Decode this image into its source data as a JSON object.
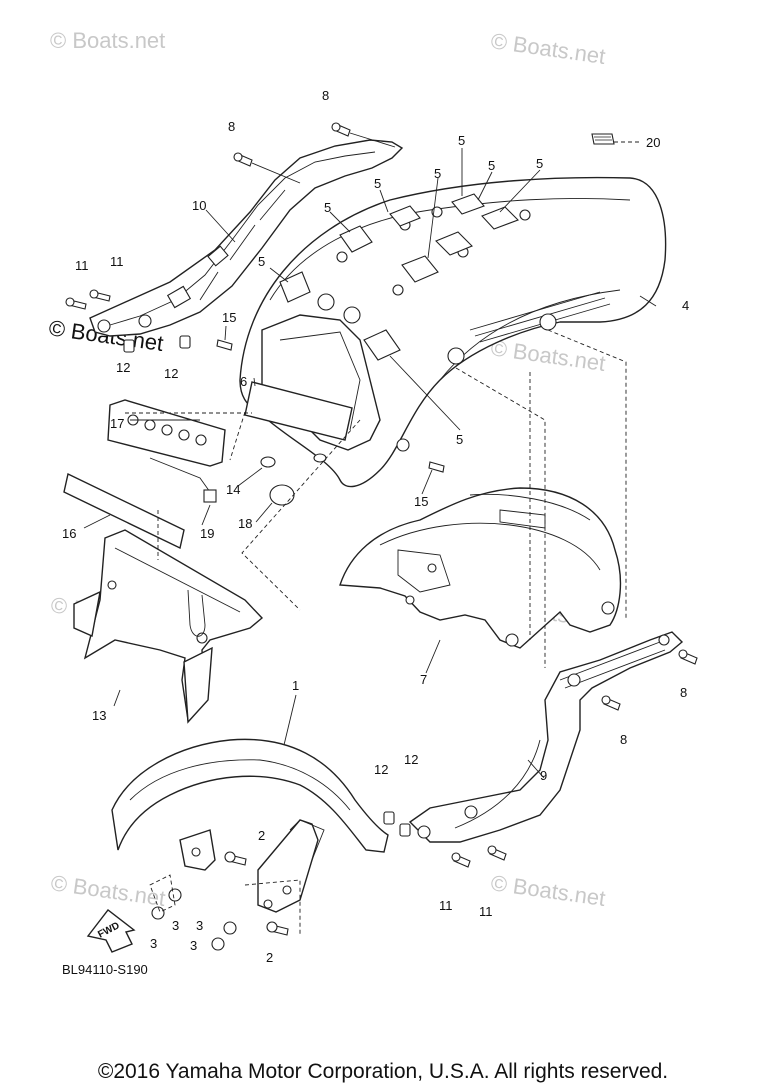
{
  "watermarks": {
    "boats": "© Boats.net",
    "boats_bold": "© Boats.net"
  },
  "diagram": {
    "code": "BL94110-S190",
    "fwd_label": "FWD",
    "callouts": {
      "c1": "1",
      "c2a": "2",
      "c2b": "2",
      "c3a": "3",
      "c3b": "3",
      "c3c": "3",
      "c3d": "3",
      "c4": "4",
      "c5a": "5",
      "c5b": "5",
      "c5c": "5",
      "c5d": "5",
      "c5e": "5",
      "c5f": "5",
      "c5g": "5",
      "c6": "6",
      "c7": "7",
      "c8a": "8",
      "c8b": "8",
      "c8c": "8",
      "c8d": "8",
      "c9": "9",
      "c10": "10",
      "c11a": "11",
      "c11b": "11",
      "c11c": "11",
      "c11d": "11",
      "c12a": "12",
      "c12b": "12",
      "c12c": "12",
      "c12d": "12",
      "c13": "13",
      "c14": "14",
      "c15a": "15",
      "c15b": "15",
      "c16": "16",
      "c17": "17",
      "c18": "18",
      "c19": "19",
      "c20": "20"
    }
  },
  "footer": {
    "copyright": "©2016 Yamaha Motor Corporation, U.S.A. All rights reserved."
  }
}
